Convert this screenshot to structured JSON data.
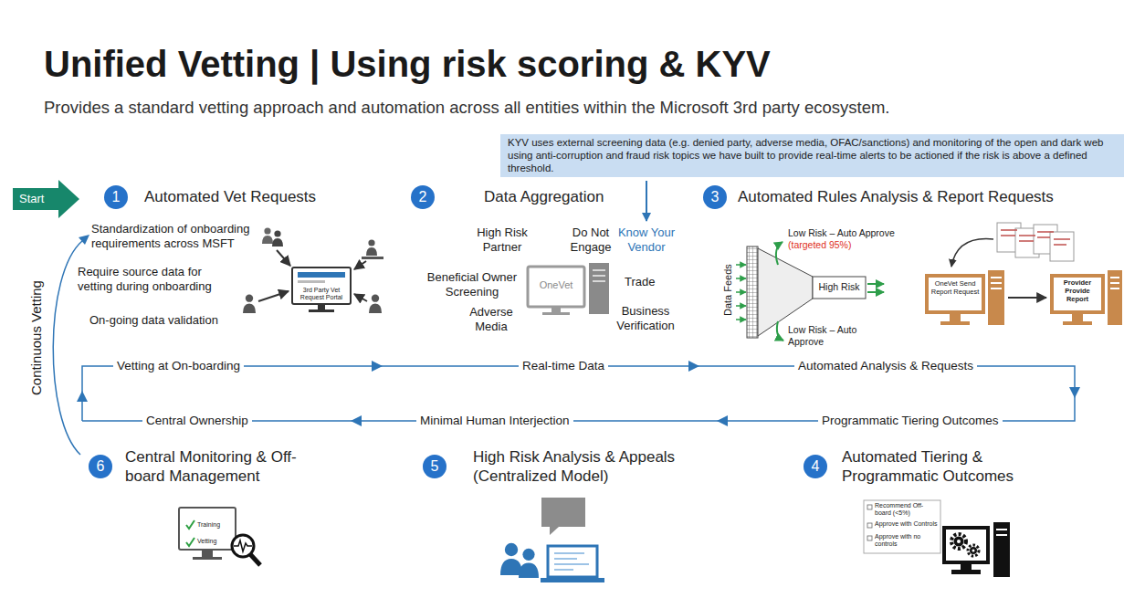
{
  "diagram": {
    "title": "Unified Vetting | Using risk scoring & KYV",
    "caption": "Provides a standard vetting approach and automation across all entities within the Microsoft 3rd party ecosystem.",
    "nodes": [
      {
        "text": [
          "Start"
        ]
      },
      {
        "text": [
          "1",
          "Automated Vet Requests"
        ]
      },
      {
        "text": [
          "2",
          "Data Aggregation"
        ]
      },
      {
        "text": [
          "KYV uses external screening data (e.g. denied party, adverse media, OFAC/sanctions) and monitoring of the open and dark web using anti-corruption and fraud risk topics we have built to provide real-time alerts to be actioned if the risk is above a defined threshold."
        ]
      },
      {
        "text": [
          "3",
          "Automated Rules Analysis & Report Requests"
        ]
      },
      {
        "text": [
          "4",
          "Automated Tiering & Programmatic Outcomes"
        ]
      },
      {
        "text": [
          "5",
          "High Risk Analysis & Appeals (Centralized Model)"
        ]
      },
      {
        "text": [
          "6",
          "Central Monitoring & Off-board Management"
        ]
      }
    ],
    "labels": [
      "Standardization of onboarding requirements across MSFT",
      "Require source data for vetting during onboarding",
      "On-going data validation",
      "3rd Party Vet Request Portal",
      "High Risk Partner",
      "Do Not Engage",
      "Know Your Vendor",
      "Beneficial Owner Screening",
      "OneVet",
      "Trade",
      "Adverse Media",
      "Business Verification",
      "Low Risk – Auto Approve",
      "(targeted 95%)",
      "Data Feeds",
      "High Risk",
      "Low Risk – Auto Approve",
      "OneVet Send Report Request",
      "Provider Provide Report",
      "Vetting at On-boarding",
      "Real-time Data",
      "Automated Analysis & Requests",
      "Programmatic Tiering Outcomes",
      "Minimal Human Interjection",
      "Central Ownership",
      "Continuous Vetting",
      "Recommend Off-board (<5%)",
      "Approve with Controls",
      "Approve with no controls",
      "Training",
      "Vetting"
    ]
  }
}
